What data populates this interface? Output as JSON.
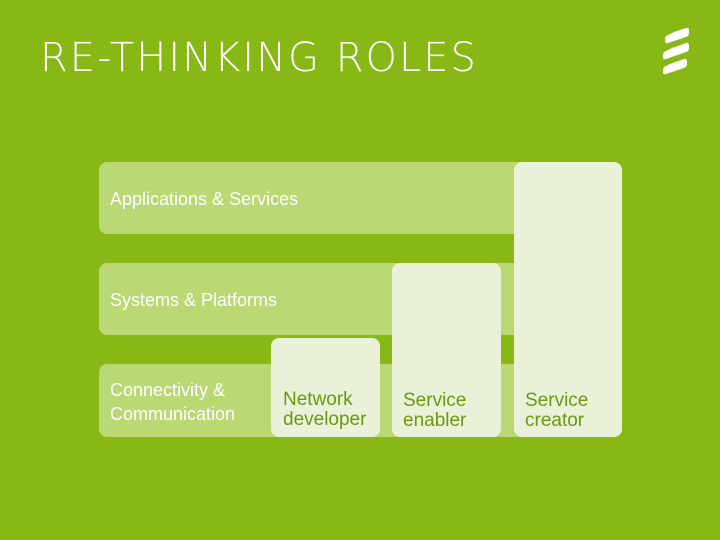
{
  "slide": {
    "title": "RE-THINKING ROLES"
  },
  "layers": [
    {
      "label": "Applications & Services"
    },
    {
      "label": "Systems & Platforms"
    },
    {
      "label": "Connectivity & Communication"
    }
  ],
  "roles": [
    {
      "label": "Network developer"
    },
    {
      "label": "Service enabler"
    },
    {
      "label": "Service creator"
    }
  ],
  "colors": {
    "background": "#88b816",
    "layer_band": "#bad874",
    "role_column": "#e9f2d9",
    "role_text": "#6f9612",
    "text_light": "#ffffff"
  },
  "icons": {
    "logo": "ericsson-logo-icon"
  }
}
